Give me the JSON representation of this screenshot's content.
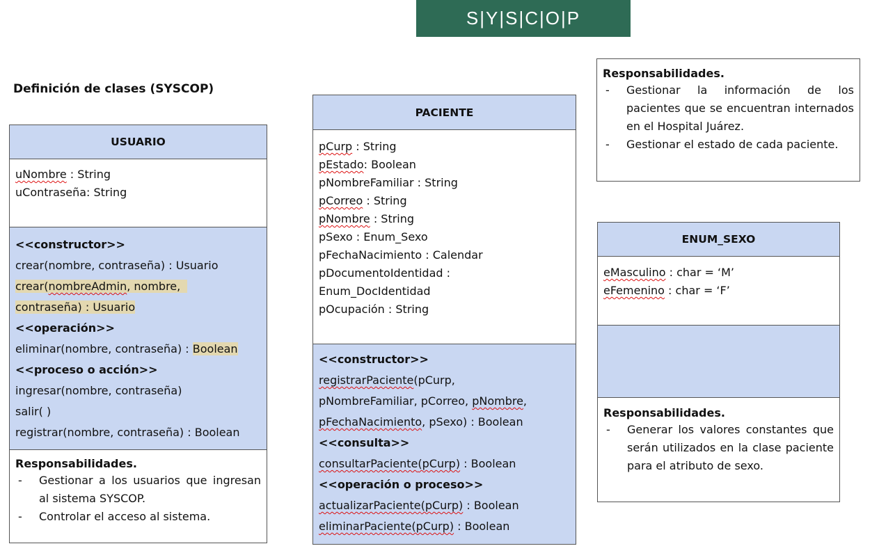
{
  "logo": "S|Y|S|C|O|P",
  "page_title": "Definición de clases (SYSCOP)",
  "usuario": {
    "title": "USUARIO",
    "attrs": [
      {
        "name": "uNombre",
        "rest": " : String"
      },
      {
        "name": "uContraseña",
        "rest": ": String"
      }
    ],
    "stereo_constructor": "<<constructor>>",
    "crear1": "crear(nombre, contraseña) : Usuario",
    "crear2_a": "crear(",
    "crear2_b": "nombreAdmin",
    "crear2_c": ", nombre,",
    "crear2_d": "contraseña) : Usuario",
    "stereo_operacion": "<<operación>>",
    "eliminar_a": "eliminar(nombre, contraseña) : ",
    "eliminar_b": "Boolean",
    "stereo_proceso": "<<proceso o acción>>",
    "ingresar": "ingresar(nombre, contraseña)",
    "salir": "salir( )",
    "registrar": "registrar(nombre, contraseña) : Boolean",
    "resp_title": "Responsabilidades",
    "resp_items": [
      "Gestionar a los usuarios que ingresan al sistema SYSCOP.",
      "Controlar el acceso al sistema."
    ]
  },
  "paciente": {
    "title": "PACIENTE",
    "attrs": [
      {
        "name": "pCurp",
        "rest": " : String",
        "spell": true
      },
      {
        "name": "pEstado",
        "rest": ": Boolean",
        "spell": true
      },
      {
        "name": "pNombreFamiliar",
        "rest": " : String",
        "spell": false
      },
      {
        "name": "pCorreo",
        "rest": " : String",
        "spell": true
      },
      {
        "name": "pNombre",
        "rest": " : String",
        "spell": true
      },
      {
        "name": "pSexo",
        "rest": " : Enum_Sexo",
        "spell": false
      },
      {
        "name": "pFechaNacimiento",
        "rest": " : Calendar",
        "spell": false
      },
      {
        "name": "pDocumentoIdentidad",
        "rest": " :",
        "spell": false
      },
      {
        "name": "Enum_DocIdentidad",
        "rest": "",
        "spell": false
      },
      {
        "name": "pOcupación",
        "rest": " : String",
        "spell": false
      }
    ],
    "stereo_constructor": "<<constructor>>",
    "reg1_a": "registrarPaciente",
    "reg1_b": "(pCurp,",
    "reg2_a": "pNombreFamiliar, pCorreo, ",
    "reg2_b": "pNombre",
    "reg2_c": ",",
    "reg3_a": "pFechaNacimiento",
    "reg3_b": ", pSexo) : Boolean",
    "stereo_consulta": "<<consulta>>",
    "cons_a": "consultarPaciente",
    "cons_b": "(pCurp)",
    "cons_c": " : Boolean",
    "stereo_operacion": "<<operación o proceso>>",
    "act_a": "actualizarPaciente",
    "act_b": "(pCurp)",
    "act_c": " : Boolean",
    "elim_a": "eliminarPaciente",
    "elim_b": "(pCurp)",
    "elim_c": " : Boolean"
  },
  "paciente_resp": {
    "title": "Responsabilidades",
    "items": [
      "Gestionar la información de los pacientes que se encuentran internados en el Hospital Juárez.",
      "Gestionar el estado de cada paciente."
    ]
  },
  "enum_sexo": {
    "title": "ENUM_SEXO",
    "attrs": [
      {
        "name": "eMasculino",
        "rest": " : char = ‘M’"
      },
      {
        "name": "eFemenino",
        "rest": " : char = ‘F’"
      }
    ],
    "resp_title": "Responsabilidades",
    "resp_items": [
      "Generar los valores constantes que serán utilizados en la clase paciente para el atributo de sexo."
    ]
  },
  "colors": {
    "header_fill": "#c9d7f2",
    "logo_bg": "#2e6b55",
    "highlight": "#e3d8b0",
    "spellcheck": "#d11"
  }
}
